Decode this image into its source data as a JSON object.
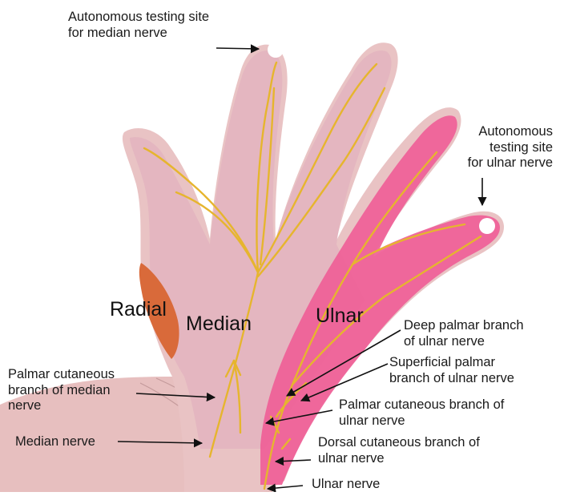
{
  "regions": {
    "radial": "Radial",
    "median": "Median",
    "ulnar": "Ulnar"
  },
  "labels": {
    "autonomous_median": "Autonomous testing site\nfor median nerve",
    "autonomous_ulnar": "Autonomous\ntesting site\nfor ulnar nerve",
    "deep_palmar": "Deep palmar branch\nof ulnar nerve",
    "superficial_palmar": "Superficial palmar\nbranch of ulnar nerve",
    "palmar_cut_ulnar": "Palmar cutaneous branch of\nulnar nerve",
    "dorsal_cut_ulnar": "Dorsal cutaneous branch of\nulnar nerve",
    "ulnar_nerve": "Ulnar nerve",
    "palmar_cut_median": "Palmar cutaneous\nbranch of median\nnerve",
    "median_nerve": "Median nerve"
  },
  "colors": {
    "skin": "#e9c3c4",
    "skin_shadow": "#cf9c9f",
    "median_zone": "#e6b0c0",
    "ulnar_zone": "#ef5f97",
    "radial_zone": "#d96a3a",
    "nerve": "#e6b52e",
    "arrow": "#111111",
    "testing_dot": "#ffffff"
  }
}
